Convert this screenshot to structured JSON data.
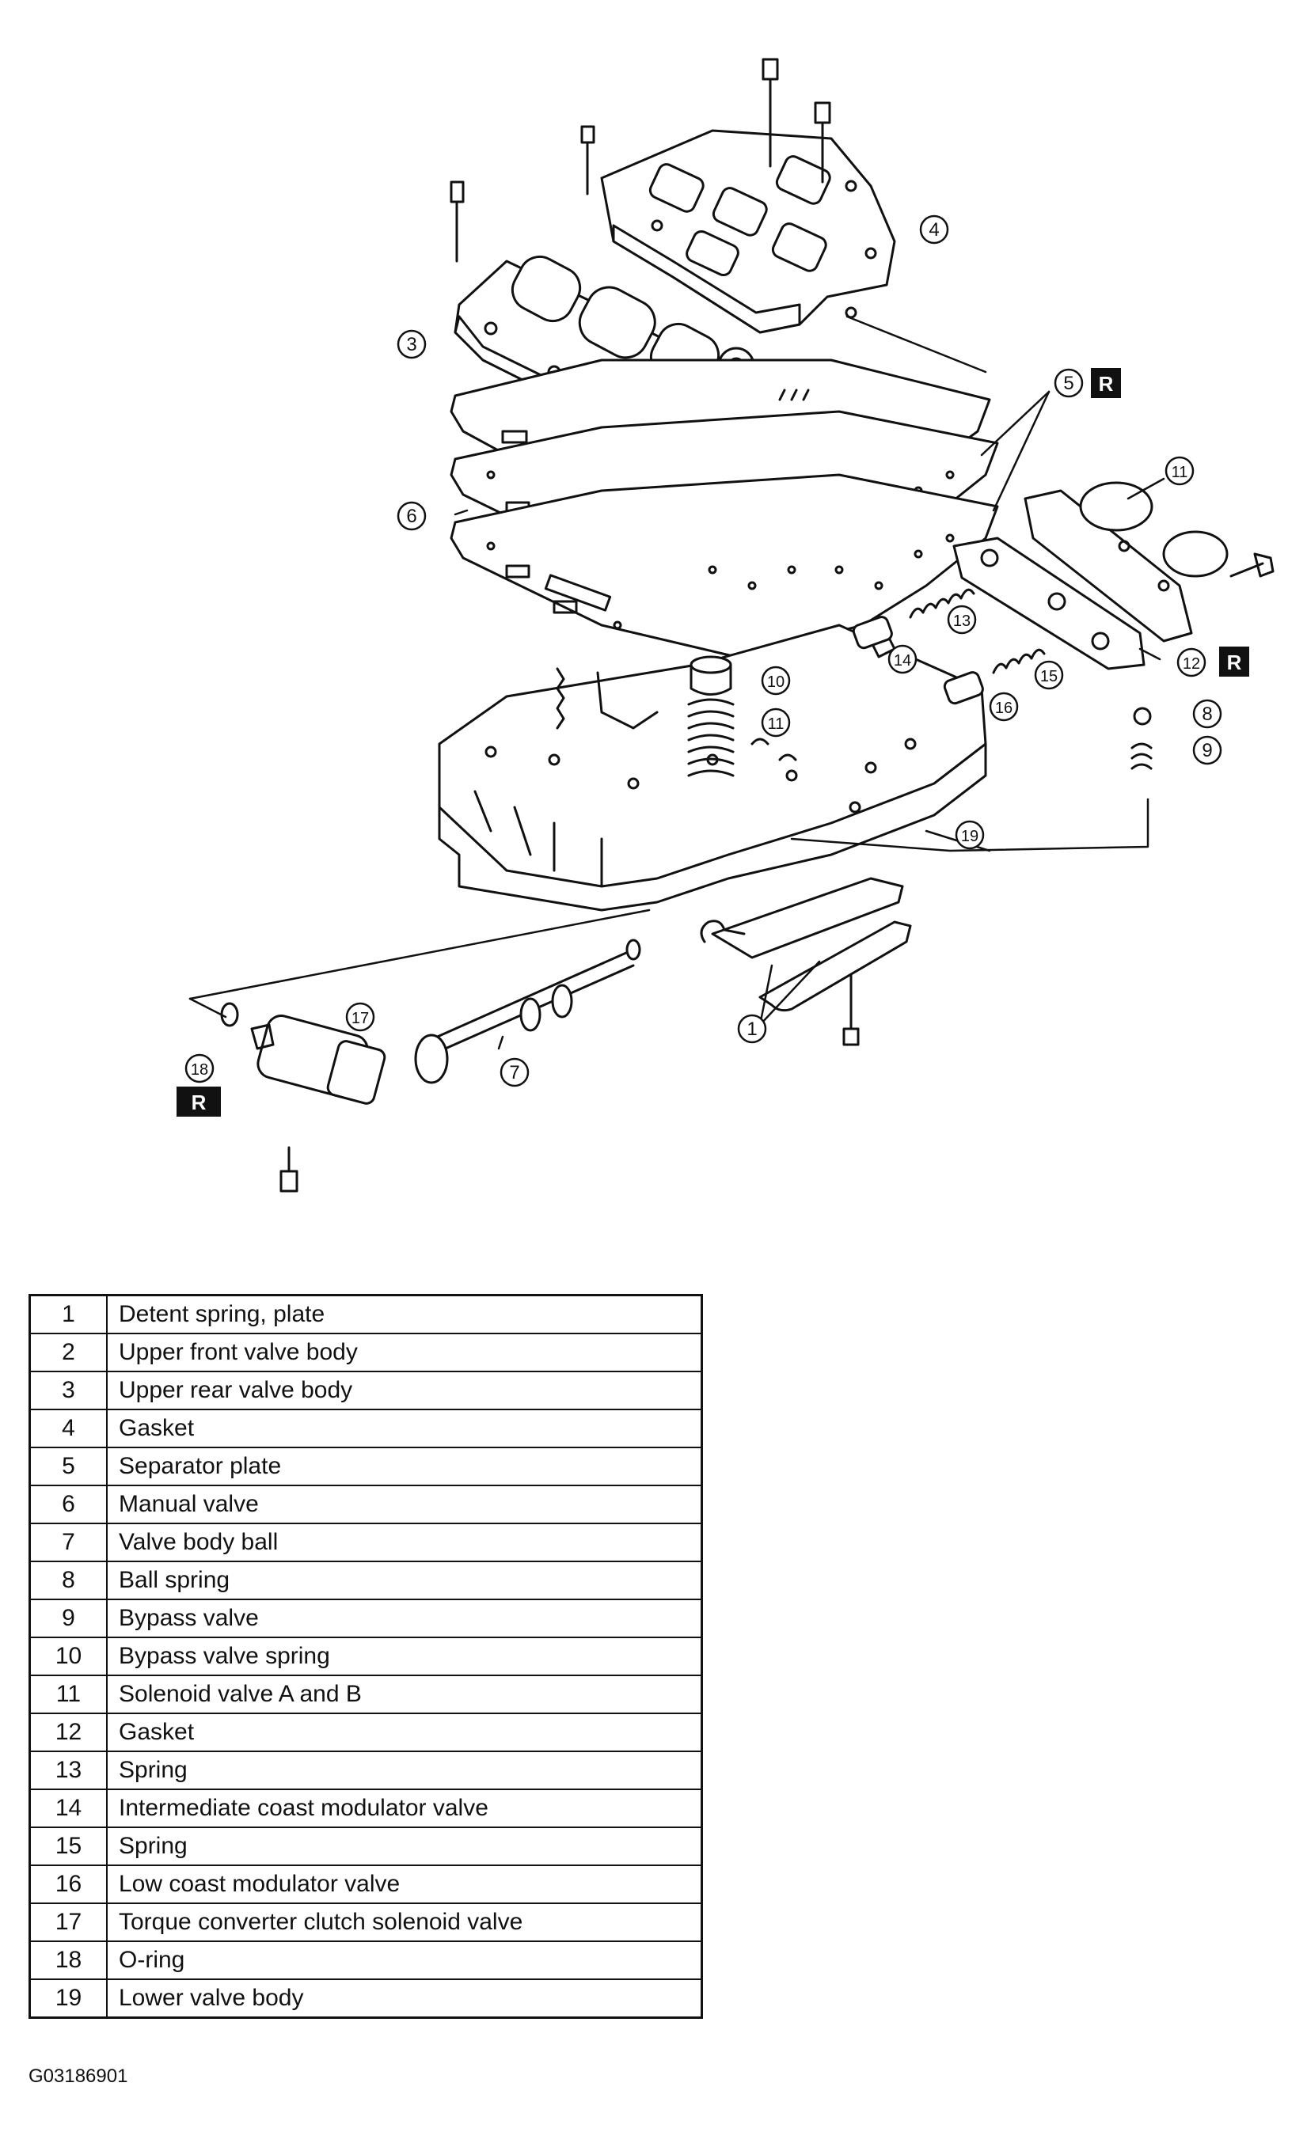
{
  "diagram": {
    "callouts": [
      "1",
      "3",
      "4",
      "5",
      "6",
      "7",
      "8",
      "9",
      "10",
      "11",
      "11",
      "12",
      "13",
      "14",
      "15",
      "16",
      "17",
      "18",
      "19"
    ],
    "replace_badge": "R"
  },
  "legend": {
    "rows": [
      {
        "num": "1",
        "desc": "Detent spring, plate"
      },
      {
        "num": "2",
        "desc": "Upper front valve body"
      },
      {
        "num": "3",
        "desc": "Upper rear valve body"
      },
      {
        "num": "4",
        "desc": "Gasket"
      },
      {
        "num": "5",
        "desc": "Separator plate"
      },
      {
        "num": "6",
        "desc": "Manual valve"
      },
      {
        "num": "7",
        "desc": "Valve body ball"
      },
      {
        "num": "8",
        "desc": "Ball spring"
      },
      {
        "num": "9",
        "desc": "Bypass valve"
      },
      {
        "num": "10",
        "desc": "Bypass valve spring"
      },
      {
        "num": "11",
        "desc": "Solenoid valve A and B"
      },
      {
        "num": "12",
        "desc": "Gasket"
      },
      {
        "num": "13",
        "desc": "Spring"
      },
      {
        "num": "14",
        "desc": "Intermediate coast modulator valve"
      },
      {
        "num": "15",
        "desc": "Spring"
      },
      {
        "num": "16",
        "desc": "Low coast modulator valve"
      },
      {
        "num": "17",
        "desc": "Torque converter clutch solenoid valve"
      },
      {
        "num": "18",
        "desc": "O-ring"
      },
      {
        "num": "19",
        "desc": "Lower valve body"
      }
    ]
  },
  "figure_id": "G03186901"
}
